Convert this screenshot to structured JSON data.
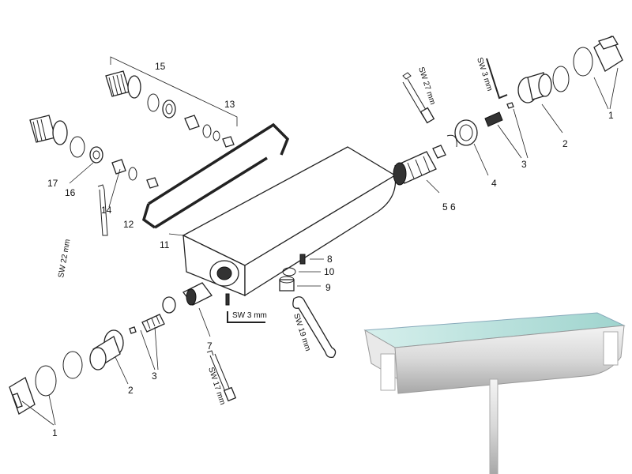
{
  "labels": {
    "p1a": "1",
    "p1b": "1",
    "p2a": "2",
    "p2b": "2",
    "p3a": "3",
    "p3b": "3",
    "p4": "4",
    "p56": "5 6",
    "p7": "7",
    "p8": "8",
    "p9": "9",
    "p10": "10",
    "p11": "11",
    "p12": "12",
    "p13": "13",
    "p14": "14",
    "p15": "15",
    "p16": "16",
    "p17": "17"
  },
  "tools": {
    "sw27": "SW 27 mm",
    "sw3_top": "SW 3 mm",
    "sw22": "SW 22 mm",
    "sw3_mid": "SW 3 mm",
    "sw19": "SW 19 mm",
    "sw17": "SW 17 mm"
  },
  "colors": {
    "line": "#222222",
    "glass": "#b8e0dc"
  }
}
